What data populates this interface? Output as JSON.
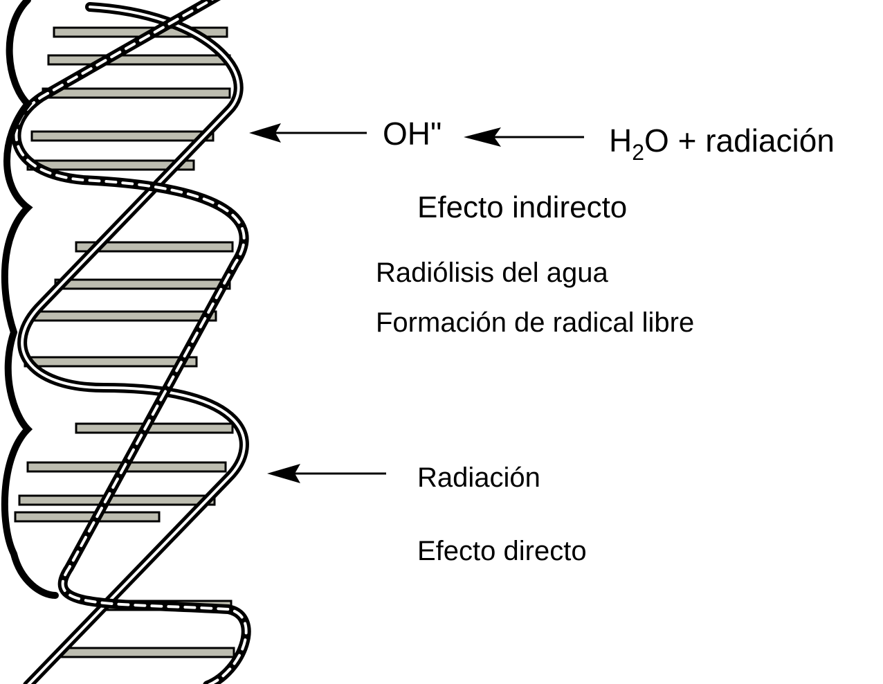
{
  "labels": {
    "oh": "OH\"",
    "water_h": "H",
    "water_sub": "2",
    "water_rest": "O + radiación",
    "indirect_effect": "Efecto indirecto",
    "radiolysis": "Radiólisis del agua",
    "free_radical": "Formación de radical libre",
    "radiation": "Radiación",
    "direct_effect": "Efecto directo"
  },
  "colors": {
    "ink": "#000000",
    "rung": "#bdbdb0",
    "background": "#ffffff"
  }
}
